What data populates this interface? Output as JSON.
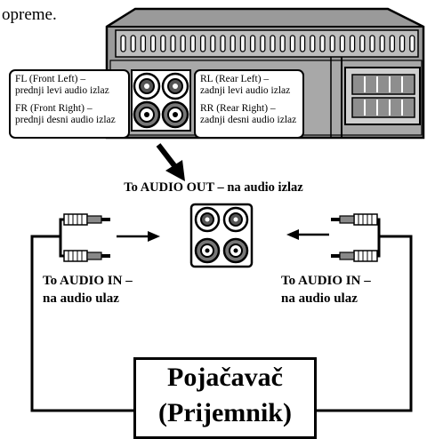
{
  "intro_text": "opreme.",
  "left_label": {
    "line1": "FL (Front Left) –",
    "line2": "prednji levi audio izlaz",
    "line3": "FR (Front Right) –",
    "line4": "prednji desni audio izlaz"
  },
  "right_label": {
    "line1": "RL (Rear Left) –",
    "line2": "zadnji levi audio izlaz",
    "line3": "RR (Rear Right) –",
    "line4": "zadnji desni audio izlaz"
  },
  "audio_out_label": "To AUDIO OUT – na audio izlaz",
  "audio_in_left": {
    "line1": "To AUDIO IN –",
    "line2": "na audio ulaz"
  },
  "audio_in_right": {
    "line1": "To AUDIO IN –",
    "line2": "na audio ulaz"
  },
  "amplifier": {
    "line1": "Pojačavač",
    "line2": "(Prijemnik)"
  }
}
